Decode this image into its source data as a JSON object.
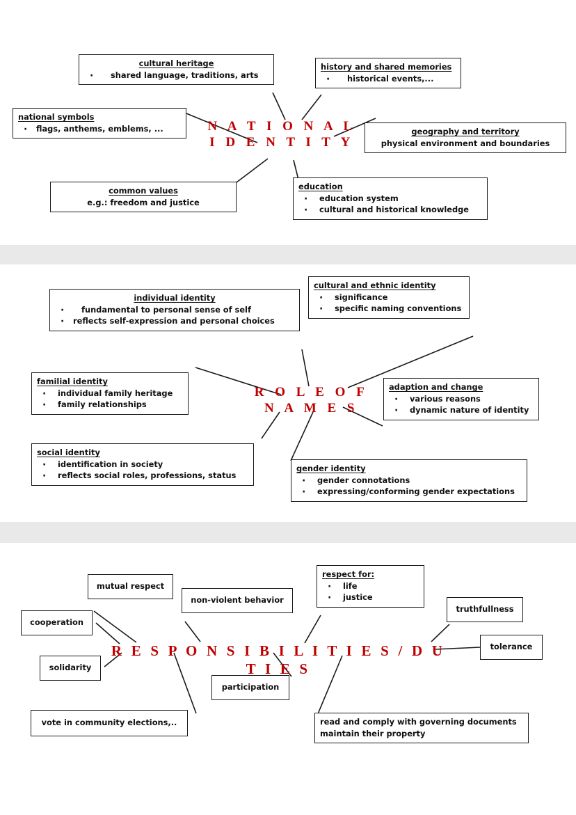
{
  "document": {
    "title": "Mind maps: National Identity, Role of Names, Responsibilities/Duties",
    "accent_color": "#c00000",
    "border_color": "#1a1a1a",
    "band_color": "#e9e9e9",
    "background_color": "#ffffff"
  },
  "sections": [
    {
      "id": "national-identity",
      "center": "N A T I O N A L\nI D E N T I T Y",
      "nodes": [
        {
          "id": "cultural-heritage",
          "header": "cultural heritage",
          "items": [
            "shared language, traditions, arts"
          ]
        },
        {
          "id": "history-shared-memories",
          "header": "history and shared memories",
          "items": [
            "historical events,..."
          ]
        },
        {
          "id": "national-symbols",
          "header": "national symbols",
          "items": [
            "flags, anthems, emblems, ..."
          ]
        },
        {
          "id": "geography-territory",
          "header": "geography and territory",
          "subtitle": "physical environment and boundaries",
          "items": []
        },
        {
          "id": "common-values",
          "header": "common values",
          "subtitle": "e.g.: freedom and justice",
          "items": []
        },
        {
          "id": "education",
          "header": "education",
          "items": [
            "education system",
            "cultural and historical knowledge"
          ]
        }
      ]
    },
    {
      "id": "role-of-names",
      "center": "R O L E   O F\nN A M E S",
      "nodes": [
        {
          "id": "individual-identity",
          "header": "individual identity",
          "items": [
            "fundamental to personal sense of self",
            "reflects self-expression and personal choices"
          ]
        },
        {
          "id": "cultural-ethnic-identity",
          "header": "cultural and ethnic identity",
          "items": [
            "significance",
            "specific naming conventions"
          ]
        },
        {
          "id": "familial-identity",
          "header": "familial identity",
          "items": [
            "individual family heritage",
            "family relationships"
          ]
        },
        {
          "id": "adaption-and-change",
          "header": "adaption and change",
          "items": [
            "various reasons",
            "dynamic nature of identity"
          ]
        },
        {
          "id": "social-identity",
          "header": "social identity",
          "items": [
            "identification in society",
            "reflects social roles, professions, status"
          ]
        },
        {
          "id": "gender-identity",
          "header": "gender identity",
          "items": [
            "gender connotations",
            "expressing/conforming gender expectations"
          ]
        }
      ]
    },
    {
      "id": "responsibilities-duties",
      "center": "R E S P O N S I B I L I T I E S / D U T I E S",
      "nodes": [
        {
          "id": "mutual-respect",
          "label": "mutual respect"
        },
        {
          "id": "non-violent-behavior",
          "label": "non-violent behavior"
        },
        {
          "id": "respect-for",
          "header": "respect for:",
          "items": [
            "life",
            "justice"
          ]
        },
        {
          "id": "truthfullness",
          "label": "truthfullness"
        },
        {
          "id": "cooperation",
          "label": "cooperation"
        },
        {
          "id": "tolerance",
          "label": "tolerance"
        },
        {
          "id": "solidarity",
          "label": "solidarity"
        },
        {
          "id": "participation",
          "label": "participation"
        },
        {
          "id": "vote-in-community-elections",
          "label": "vote in community elections,.."
        },
        {
          "id": "read-and-comply",
          "lines": [
            "read and comply with governing documents",
            "maintain their property"
          ]
        }
      ]
    }
  ]
}
